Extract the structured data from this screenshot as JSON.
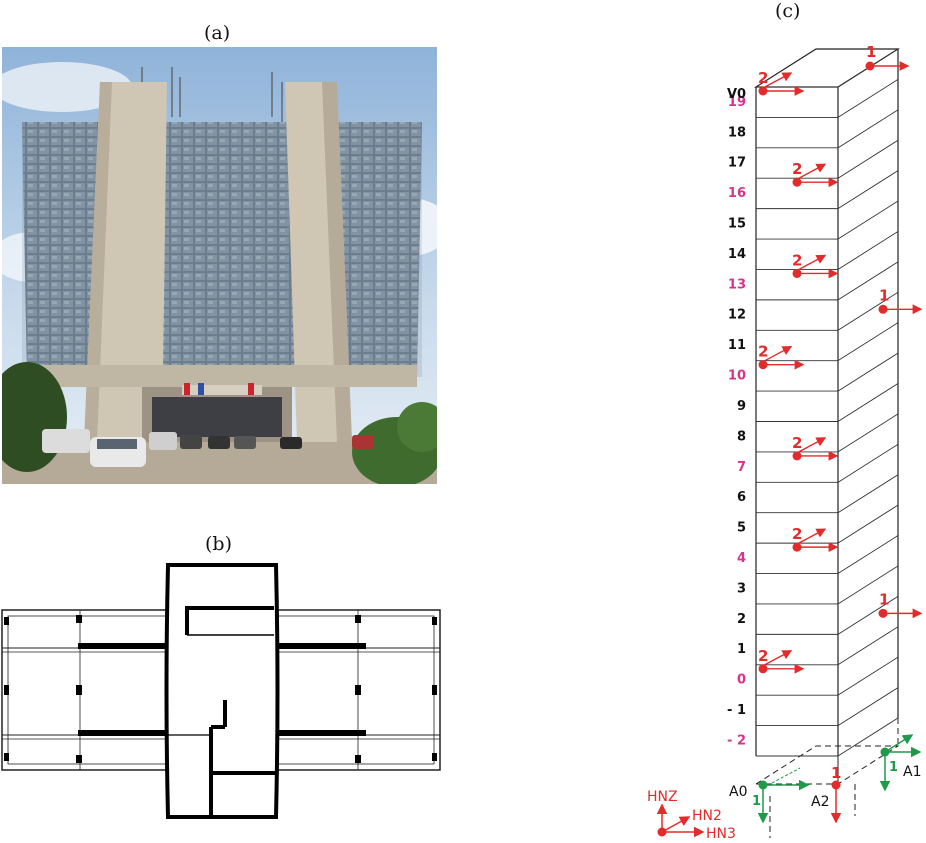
{
  "panels": {
    "a": {
      "label": "(a)"
    },
    "b": {
      "label": "(b)"
    },
    "c": {
      "label": "(c)"
    }
  },
  "colors": {
    "sensor_red": "#e32b2b",
    "floor_magenta": "#d6338a",
    "sensor_green": "#1f9a4a"
  },
  "building": {
    "top_label": "V0",
    "floors": [
      {
        "label": "19",
        "highlight": true
      },
      {
        "label": "18",
        "highlight": false
      },
      {
        "label": "17",
        "highlight": false
      },
      {
        "label": "16",
        "highlight": true
      },
      {
        "label": "15",
        "highlight": false
      },
      {
        "label": "14",
        "highlight": false
      },
      {
        "label": "13",
        "highlight": true
      },
      {
        "label": "12",
        "highlight": false
      },
      {
        "label": "11",
        "highlight": false
      },
      {
        "label": "10",
        "highlight": true
      },
      {
        "label": "9",
        "highlight": false
      },
      {
        "label": "8",
        "highlight": false
      },
      {
        "label": "7",
        "highlight": true
      },
      {
        "label": "6",
        "highlight": false
      },
      {
        "label": "5",
        "highlight": false
      },
      {
        "label": "4",
        "highlight": true
      },
      {
        "label": "3",
        "highlight": false
      },
      {
        "label": "2",
        "highlight": false
      },
      {
        "label": "1",
        "highlight": false
      },
      {
        "label": "0",
        "highlight": true
      },
      {
        "label": "- 1",
        "highlight": false
      },
      {
        "label": "- 2",
        "highlight": true
      }
    ],
    "sensor_labels": {
      "two_axis": "2",
      "one_axis": "1"
    },
    "base_labels": {
      "a0": "A0",
      "a1": "A1",
      "a2": "A2"
    },
    "free_field": {
      "hnz": "HNZ",
      "hn2": "HN2",
      "hn3": "HN3"
    }
  }
}
